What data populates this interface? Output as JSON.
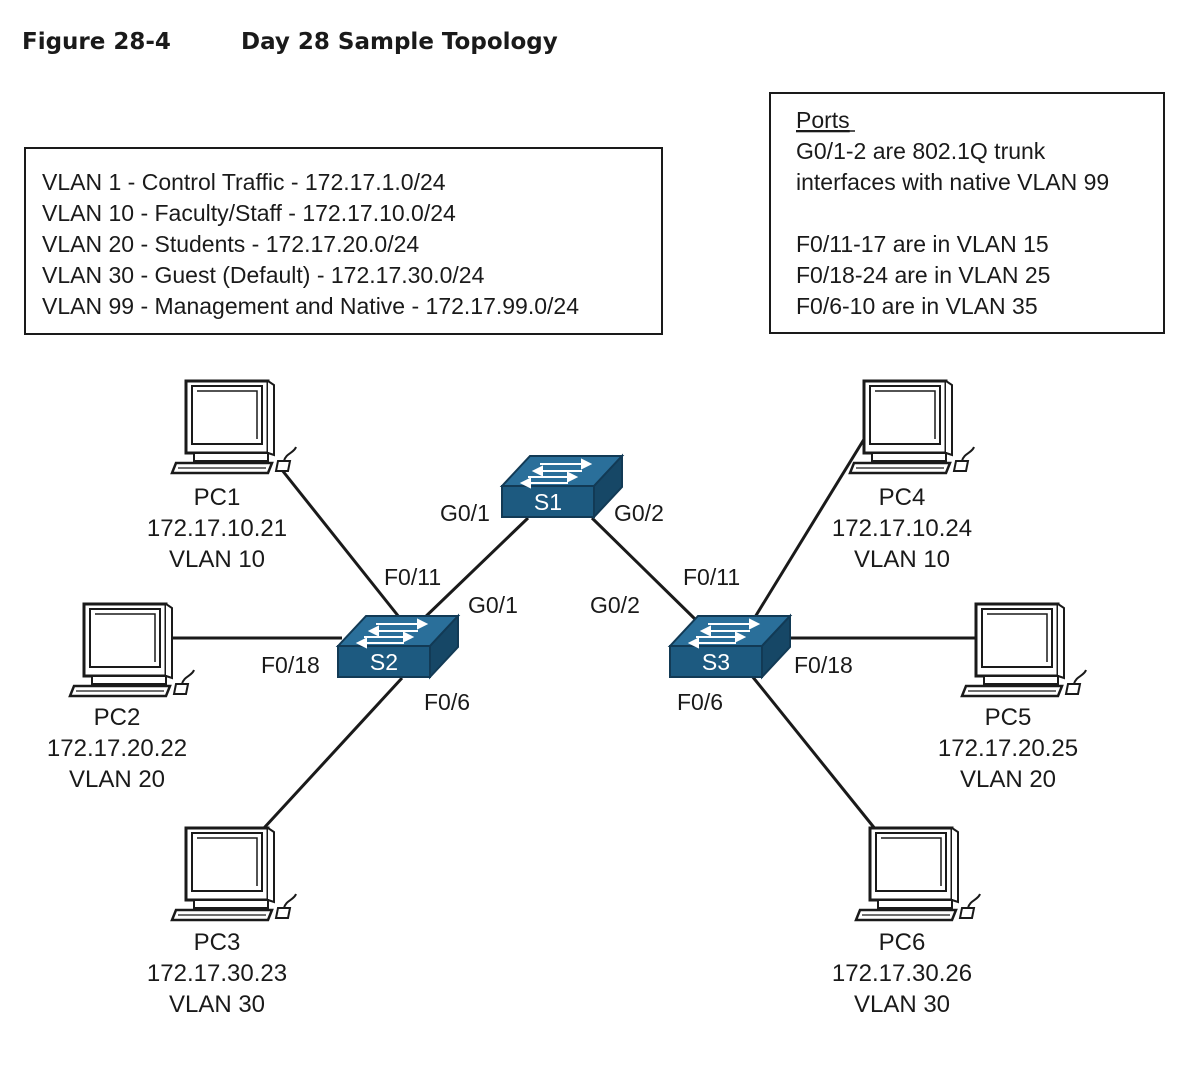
{
  "figure": {
    "number": "Figure 28-4",
    "title": "Day 28 Sample Topology"
  },
  "vlan_box": {
    "lines": [
      "VLAN 1 - Control Traffic - 172.17.1.0/24",
      "VLAN 10 - Faculty/Staff - 172.17.10.0/24",
      "VLAN 20 - Students - 172.17.20.0/24",
      "VLAN 30 - Guest (Default) - 172.17.30.0/24",
      "VLAN 99 - Management and Native - 172.17.99.0/24"
    ]
  },
  "ports_box": {
    "heading": "Ports",
    "lines": [
      "G0/1-2 are 802.1Q trunk",
      "interfaces with native VLAN 99",
      "",
      "F0/11-17 are in VLAN 15",
      "F0/18-24 are in VLAN 25",
      "F0/6-10 are in VLAN 35"
    ]
  },
  "switches": {
    "s1": {
      "name": "S1"
    },
    "s2": {
      "name": "S2"
    },
    "s3": {
      "name": "S3"
    }
  },
  "pcs": {
    "pc1": {
      "name": "PC1",
      "ip": "172.17.10.21",
      "vlan": "VLAN 10"
    },
    "pc2": {
      "name": "PC2",
      "ip": "172.17.20.22",
      "vlan": "VLAN 20"
    },
    "pc3": {
      "name": "PC3",
      "ip": "172.17.30.23",
      "vlan": "VLAN 30"
    },
    "pc4": {
      "name": "PC4",
      "ip": "172.17.10.24",
      "vlan": "VLAN 10"
    },
    "pc5": {
      "name": "PC5",
      "ip": "172.17.20.25",
      "vlan": "VLAN 20"
    },
    "pc6": {
      "name": "PC6",
      "ip": "172.17.30.26",
      "vlan": "VLAN 30"
    }
  },
  "ports": {
    "s1_g01": "G0/1",
    "s1_g02": "G0/2",
    "s2_g01": "G0/1",
    "s2_f011": "F0/11",
    "s2_f018": "F0/18",
    "s2_f06": "F0/6",
    "s3_g02": "G0/2",
    "s3_f011": "F0/11",
    "s3_f018": "F0/18",
    "s3_f06": "F0/6"
  },
  "colors": {
    "switch_top": "#2a6f9a",
    "switch_front": "#1d5a80",
    "switch_side": "#164766",
    "line": "#1a1a1a"
  }
}
